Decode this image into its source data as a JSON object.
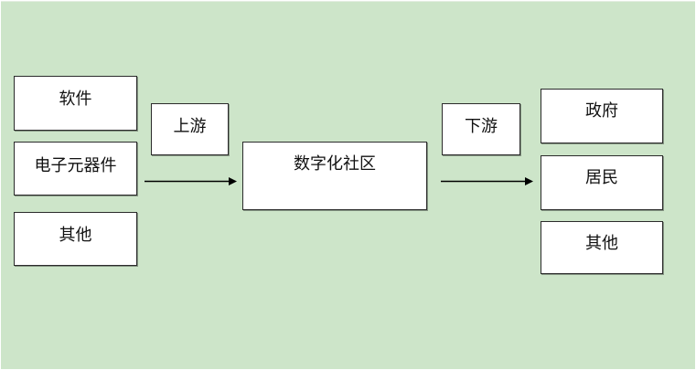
{
  "diagram": {
    "upstream_items": [
      "软件",
      "电子元器件",
      "其他"
    ],
    "upstream_label": "上游",
    "center_label": "数字化社区",
    "downstream_label": "下游",
    "downstream_items": [
      "政府",
      "居民",
      "其他"
    ]
  },
  "colors": {
    "background": "#cde5c9",
    "box_fill": "#ffffff",
    "box_border": "#2b2b2b",
    "arrow": "#000000"
  }
}
